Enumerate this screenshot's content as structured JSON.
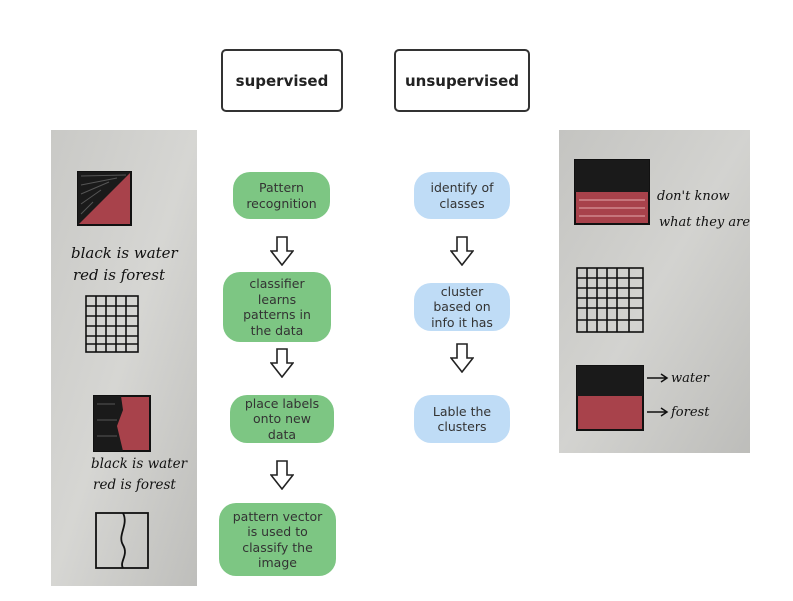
{
  "headers": {
    "supervised": "supervised",
    "unsupervised": "unsupervised"
  },
  "supervised_steps": [
    "Pattern recognition",
    "classifier learns patterns in the data",
    "place labels onto new data",
    "pattern vector is used to classify the image"
  ],
  "unsupervised_steps": [
    "identify of classes",
    "cluster based on info it has",
    "Lable the clusters"
  ],
  "left_photo": {
    "note1_line1": "black is water",
    "note1_line2": "red is forest",
    "note2_line1": "black is water",
    "note2_line2": "red is forest"
  },
  "right_photo": {
    "note1_line1": "don't know",
    "note1_line2": "what they are",
    "label_water": "water",
    "label_forest": "forest"
  },
  "colors": {
    "supervised_node": "#7dc683",
    "unsupervised_node": "#bfdcf6",
    "paper": "#cfcfcc",
    "ink": "#111111",
    "red_ink": "#a8424b"
  }
}
